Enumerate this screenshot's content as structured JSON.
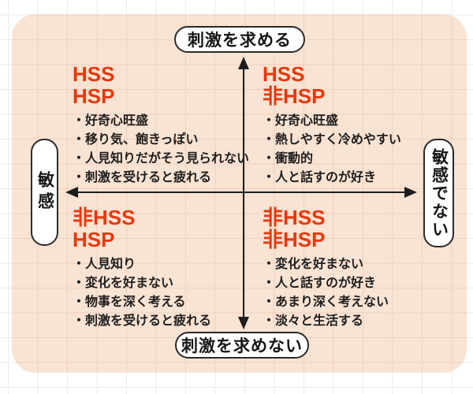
{
  "diagram": {
    "title_hint": "HSP / HSS quadrant matrix",
    "axes": {
      "top_label": "刺激を求める",
      "bottom_label": "刺激を求めない",
      "left_label": "敏感",
      "right_label": "敏感でない"
    },
    "quadrants": [
      {
        "position": "top-left",
        "heading_line1": "HSS",
        "heading_line2": "HSP",
        "items": [
          "・好奇心旺盛",
          "・移り気、飽きっぽい",
          "・人見知りだがそう見られない",
          "・刺激を受けると疲れる"
        ]
      },
      {
        "position": "top-right",
        "heading_line1": "HSS",
        "heading_line2": "非HSP",
        "items": [
          "・好奇心旺盛",
          "・熱しやすく冷めやすい",
          "・衝動的",
          "・人と話すのが好き"
        ]
      },
      {
        "position": "bottom-left",
        "heading_line1": "非HSS",
        "heading_line2": "HSP",
        "items": [
          "・人見知り",
          "・変化を好まない",
          "・物事を深く考える",
          "・刺激を受けると疲れる"
        ]
      },
      {
        "position": "bottom-right",
        "heading_line1": "非HSS",
        "heading_line2": "非HSP",
        "items": [
          "・変化を好まない",
          "・人と話すのが好き",
          "・あまり深く考えない",
          "・淡々と生活する"
        ]
      }
    ],
    "colors": {
      "accent_red": "#e8380d",
      "panel_bg": "#f9e3d3",
      "panel_grid": "#f0d2c0",
      "outer_grid": "#ebebeb",
      "line_black": "#1d1d1d"
    }
  }
}
